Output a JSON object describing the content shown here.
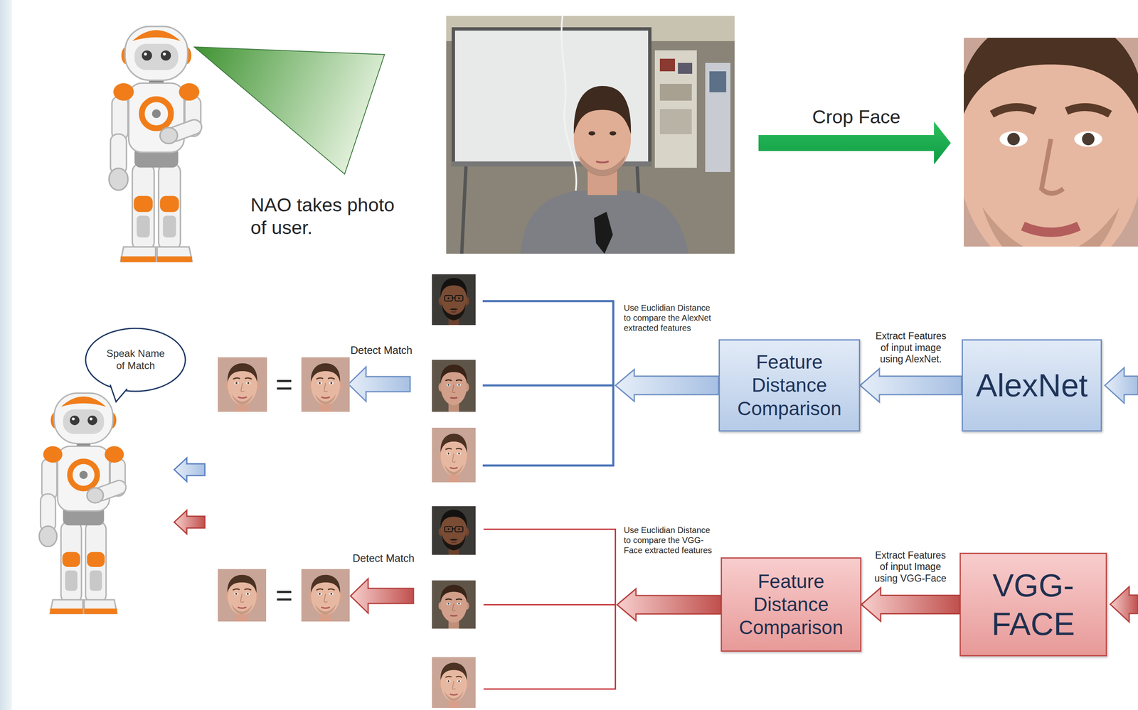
{
  "diagram": {
    "nodes": [
      {
        "text": [
          "Speak Name of Match"
        ]
      },
      {
        "text": [
          "Feature Distance Comparison"
        ]
      },
      {
        "text": [
          "AlexNet"
        ]
      },
      {
        "text": [
          "Feature Distance Comparison"
        ]
      },
      {
        "text": [
          "VGG-FACE"
        ]
      }
    ],
    "edges": [
      {
        "from": 2,
        "to": 1,
        "arrow": "to",
        "label": "Extract Features of input image using AlexNet."
      },
      {
        "from": 4,
        "to": 3,
        "arrow": "to",
        "label": "Extract Features of input Image using VGG-Face"
      }
    ],
    "labels": [
      "NAO takes photo of user.",
      "Crop Face",
      "Use Euclidian Distance to compare the AlexNet extracted features",
      "Detect Match",
      "=",
      "Use Euclidian Distance to compare the VGG-Face extracted features",
      "Detect Match",
      "="
    ]
  }
}
